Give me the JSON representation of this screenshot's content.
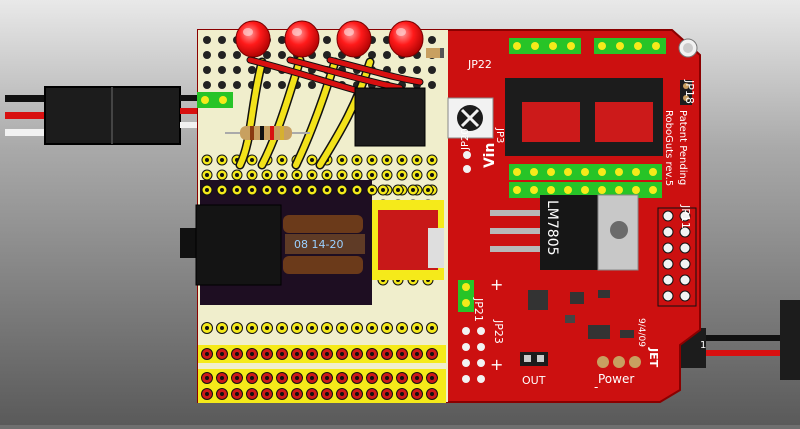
{
  "board": {
    "status_text": "Patent Pending",
    "model_text": "RoboGuts rev.5",
    "regulator_text": "LM7805",
    "capacitor_code": "08 14-20",
    "brand_text": "JET",
    "date_text": "9/4/09",
    "headers": {
      "jp22": "JP22",
      "jp18": "JP18",
      "jp20": "JP20",
      "jp11": "JP11",
      "jp21": "JP21",
      "jp23": "JP23",
      "jp3": "JP3"
    },
    "silk": {
      "vin": "Vin",
      "out": "OUT",
      "power": "Power",
      "plus": "+",
      "minus": "-",
      "pin1": "1"
    }
  },
  "colors": {
    "board": "#cc1010",
    "proto_area": "#f0eecc",
    "led": "#ff1a1a",
    "wire_yellow": "#f2e21a",
    "wire_red": "#d81010",
    "wire_black": "#111111",
    "socket": "#d91c1c",
    "header_green": "#27c427",
    "header_yellow": "#f5ea1a",
    "background": "#6f6f6f"
  },
  "icons": [
    "led-icon",
    "potentiometer-icon",
    "audio-jack-icon",
    "resistor-icon",
    "capacitor-icon",
    "regulator-icon"
  ]
}
